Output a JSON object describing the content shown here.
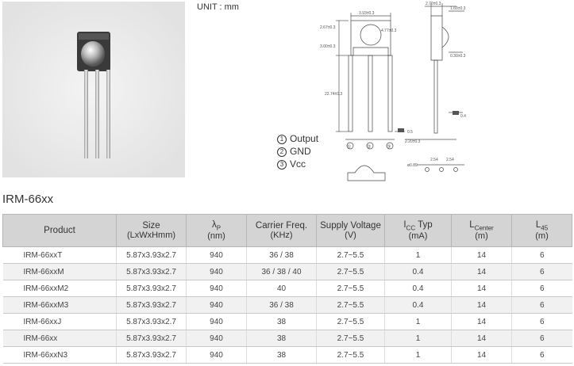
{
  "header": {
    "unit_label": "UNIT : mm"
  },
  "drawing": {
    "dimensions": [
      "3.93±0.3",
      "2.70±0.3",
      "1.60±0.3",
      "2.67±0.3",
      "4.77±0.3",
      "3.00±0.3",
      "0.30±0.3",
      "22.74±0.3",
      "0.5",
      "2.20±0.3",
      "0.4",
      "2.54",
      "2.54",
      "ø0.89"
    ],
    "pin_labels": [
      "①",
      "②",
      "③"
    ]
  },
  "pin_legend": [
    {
      "number": "1",
      "name": "Output"
    },
    {
      "number": "2",
      "name": "GND"
    },
    {
      "number": "3",
      "name": "Vcc"
    }
  ],
  "model_title": "IRM-66xx",
  "table": {
    "headers": {
      "product": "Product",
      "size": {
        "main": "Size",
        "sub": "(LxWxHmm)"
      },
      "lambda": {
        "main": "λ",
        "subscript": "P",
        "unit": "(nm)"
      },
      "carrier": {
        "main": "Carrier Freq.",
        "unit": "(KHz)"
      },
      "supply": {
        "main": "Supply Voltage",
        "unit": "(V)"
      },
      "icc": {
        "main": "I",
        "subscript": "CC",
        "suffix": " Typ",
        "unit": "(mA)"
      },
      "lcenter": {
        "main": "L",
        "subscript": "Center",
        "unit": "(m)"
      },
      "l45": {
        "main": "L",
        "subscript": "45",
        "unit": "(m)"
      }
    },
    "rows": [
      {
        "product": "IRM-66xxT",
        "size": "5.87x3.93x2.7",
        "lambda": "940",
        "carrier": "36 / 38",
        "supply": "2.7~5.5",
        "icc": "1",
        "lcenter": "14",
        "l45": "6"
      },
      {
        "product": "IRM-66xxM",
        "size": "5.87x3.93x2.7",
        "lambda": "940",
        "carrier": "36 / 38 / 40",
        "supply": "2.7~5.5",
        "icc": "0.4",
        "lcenter": "14",
        "l45": "6"
      },
      {
        "product": "IRM-66xxM2",
        "size": "5.87x3.93x2.7",
        "lambda": "940",
        "carrier": "40",
        "supply": "2.7~5.5",
        "icc": "0.4",
        "lcenter": "14",
        "l45": "6"
      },
      {
        "product": "IRM-66xxM3",
        "size": "5.87x3.93x2.7",
        "lambda": "940",
        "carrier": "36 / 38",
        "supply": "2.7~5.5",
        "icc": "0.4",
        "lcenter": "14",
        "l45": "6"
      },
      {
        "product": "IRM-66xxJ",
        "size": "5.87x3.93x2.7",
        "lambda": "940",
        "carrier": "38",
        "supply": "2.7~5.5",
        "icc": "1",
        "lcenter": "14",
        "l45": "6"
      },
      {
        "product": "IRM-66xx",
        "size": "5.87x3.93x2.7",
        "lambda": "940",
        "carrier": "38",
        "supply": "2.7~5.5",
        "icc": "1",
        "lcenter": "14",
        "l45": "6"
      },
      {
        "product": "IRM-66xxN3",
        "size": "5.87x3.93x2.7",
        "lambda": "940",
        "carrier": "38",
        "supply": "2.7~5.5",
        "icc": "1",
        "lcenter": "14",
        "l45": "6"
      }
    ]
  }
}
